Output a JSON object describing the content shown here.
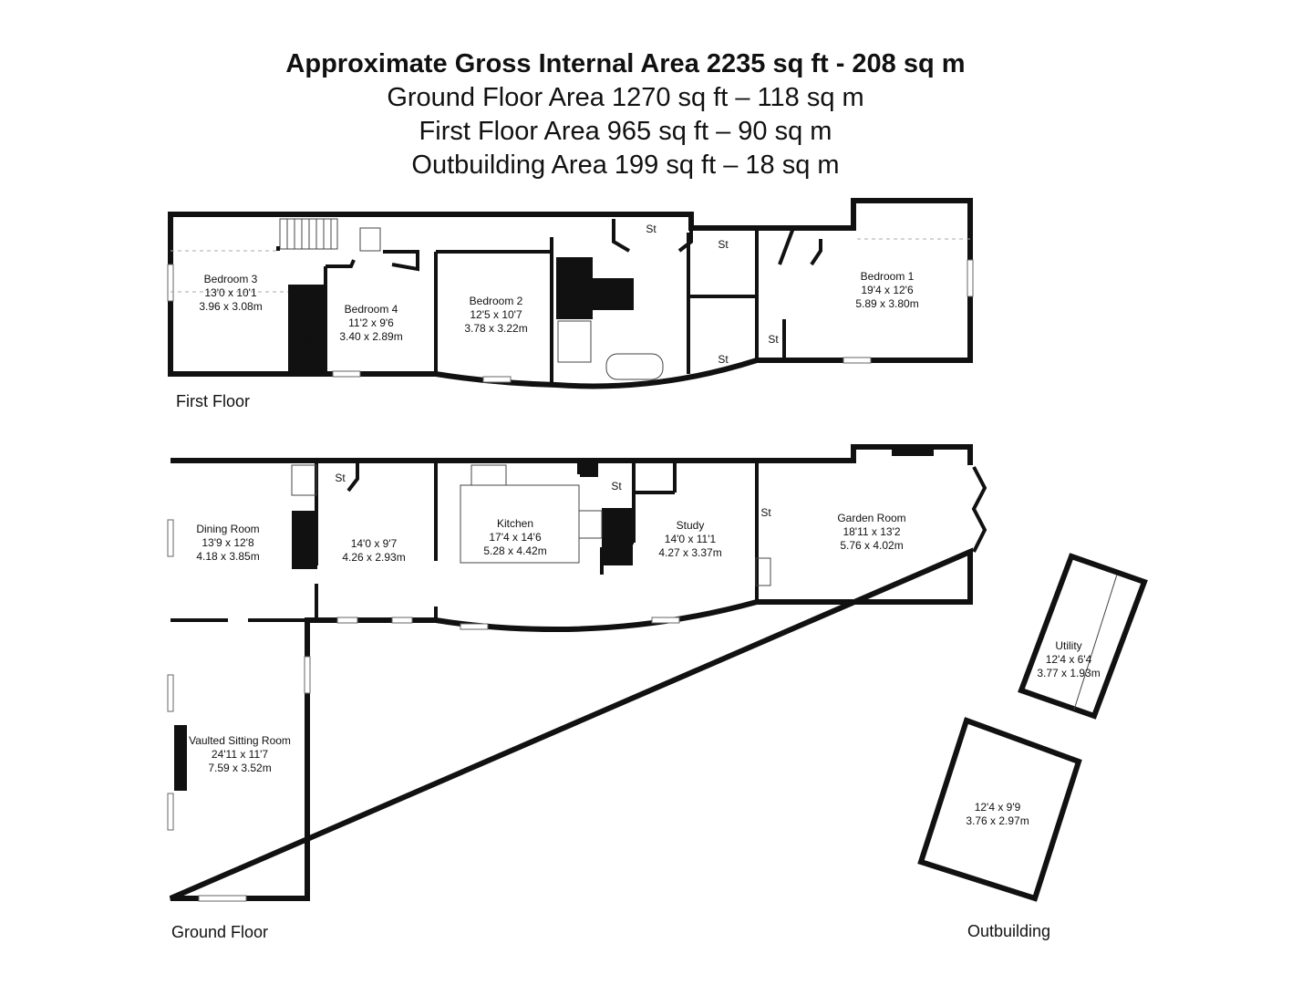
{
  "header": {
    "title": "Approximate Gross Internal Area 2235 sq ft - 208 sq m",
    "ground": "Ground Floor Area 1270 sq ft – 118 sq m",
    "first": "First Floor Area 965 sq ft – 90 sq m",
    "outbuilding": "Outbuilding Area 199 sq ft – 18 sq m"
  },
  "first_floor": {
    "label": "First Floor",
    "rooms": [
      {
        "name": "Bedroom 3",
        "imperial": "13'0 x 10'1",
        "metric": "3.96 x 3.08m"
      },
      {
        "name": "Bedroom 4",
        "imperial": "11'2 x 9'6",
        "metric": "3.40 x 2.89m"
      },
      {
        "name": "Bedroom 2",
        "imperial": "12'5 x 10'7",
        "metric": "3.78 x 3.22m"
      },
      {
        "name": "Bedroom 1",
        "imperial": "19'4 x 12'6",
        "metric": "5.89 x 3.80m"
      }
    ],
    "storage_label": "St"
  },
  "ground_floor": {
    "label": "Ground Floor",
    "rooms": [
      {
        "name": "Dining Room",
        "imperial": "13'9 x 12'8",
        "metric": "4.18 x 3.85m"
      },
      {
        "name": "",
        "imperial": "14'0 x 9'7",
        "metric": "4.26 x 2.93m"
      },
      {
        "name": "Kitchen",
        "imperial": "17'4 x 14'6",
        "metric": "5.28 x 4.42m"
      },
      {
        "name": "Study",
        "imperial": "14'0 x 11'1",
        "metric": "4.27 x 3.37m"
      },
      {
        "name": "Garden Room",
        "imperial": "18'11 x 13'2",
        "metric": "5.76 x 4.02m"
      },
      {
        "name": "Vaulted Sitting Room",
        "imperial": "24'11 x 11'7",
        "metric": "7.59 x 3.52m"
      }
    ],
    "storage_label": "St"
  },
  "outbuilding": {
    "label": "Outbuilding",
    "rooms": [
      {
        "name": "Utility",
        "imperial": "12'4 x 6'4",
        "metric": "3.77 x 1.93m"
      },
      {
        "name": "",
        "imperial": "12'4 x 9'9",
        "metric": "3.76 x 2.97m"
      }
    ]
  }
}
